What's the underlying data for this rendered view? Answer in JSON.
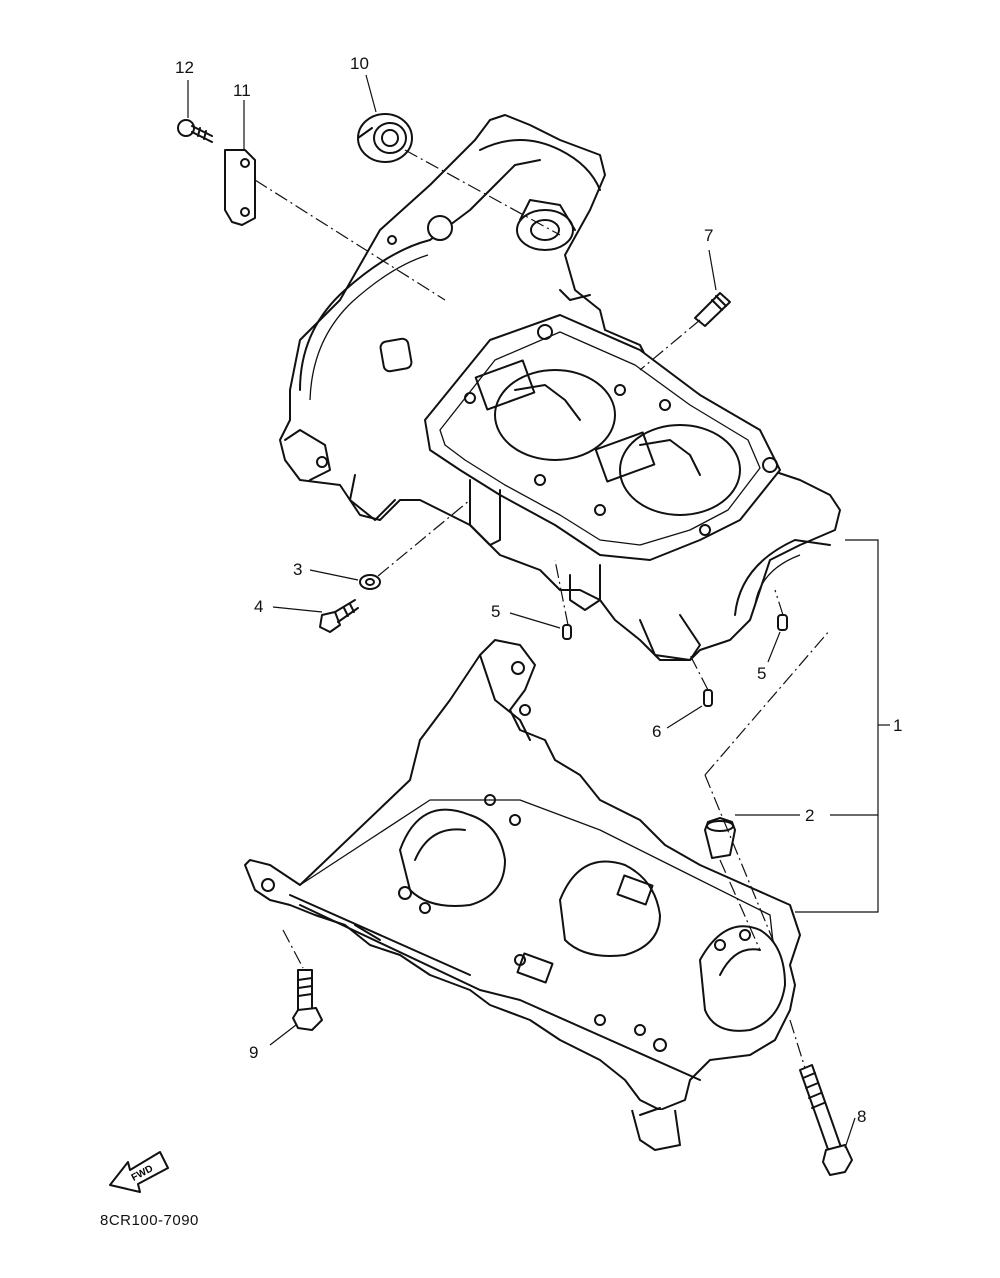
{
  "diagram": {
    "callouts": [
      {
        "id": "1",
        "label": "1"
      },
      {
        "id": "2",
        "label": "2"
      },
      {
        "id": "3",
        "label": "3"
      },
      {
        "id": "4",
        "label": "4"
      },
      {
        "id": "5a",
        "label": "5"
      },
      {
        "id": "5b",
        "label": "5"
      },
      {
        "id": "6",
        "label": "6"
      },
      {
        "id": "7",
        "label": "7"
      },
      {
        "id": "8",
        "label": "8"
      },
      {
        "id": "9",
        "label": "9"
      },
      {
        "id": "10",
        "label": "10"
      },
      {
        "id": "11",
        "label": "11"
      },
      {
        "id": "12",
        "label": "12"
      }
    ],
    "fwd_label": "FWD",
    "drawing_code": "8CR100-7090"
  }
}
